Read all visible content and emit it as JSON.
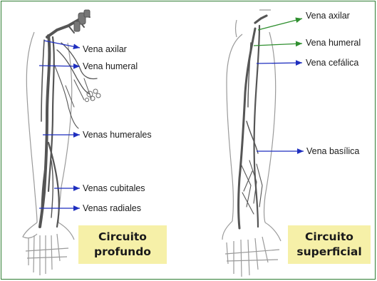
{
  "colors": {
    "frame": "#2e7d32",
    "arrow_blue": "#1f2fbf",
    "arrow_green": "#2f8f2f",
    "label_box": "#f6f0a8",
    "vein": "#555555",
    "outline": "#9a9a9a"
  },
  "left_arm": {
    "labels": {
      "vena_axilar": "Vena axilar",
      "vena_humeral": "Vena humeral",
      "venas_humerales": "Venas humerales",
      "venas_cubitales": "Venas cubitales",
      "venas_radiales": "Venas radiales"
    },
    "box": {
      "text": "Circuito\nprofundo"
    }
  },
  "right_arm": {
    "labels": {
      "vena_axilar": "Vena axilar",
      "vena_humeral": "Vena humeral",
      "vena_cefalica": "Vena cefálica",
      "vena_basilica": "Vena basílica"
    },
    "box": {
      "text": "Circuito\nsuperficial"
    }
  }
}
